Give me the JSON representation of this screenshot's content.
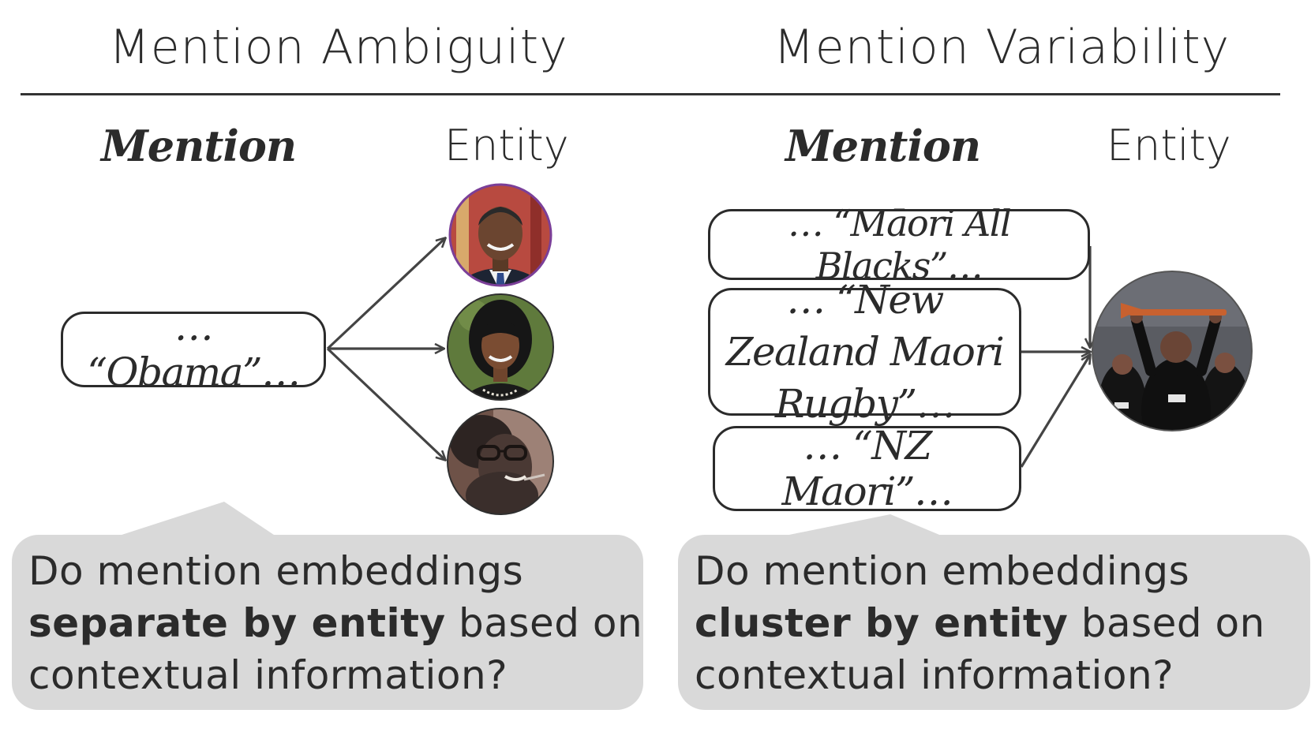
{
  "left_panel": {
    "title": "Mention Ambiguity",
    "mention_label": "Mention",
    "entity_label": "Entity",
    "mention": "… “Obama”…",
    "question": {
      "line1": "Do mention embeddings",
      "line2_bold": "separate by entity",
      "line2_rest": " based on",
      "line3": "contextual information?"
    }
  },
  "right_panel": {
    "title": "Mention Variability",
    "mention_label": "Mention",
    "entity_label": "Entity",
    "mentions": [
      "… “Māori All Blacks”…",
      "… “New Zealand Maori Rugby”…",
      "… “NZ Maori”…"
    ],
    "question": {
      "line1": "Do mention embeddings",
      "line2_bold": "cluster by entity",
      "line2_rest": " based on",
      "line3": "contextual information?"
    }
  },
  "colors": {
    "text": "#2b2b2b",
    "bubble": "#d9d9d9",
    "photo_ring_top": "#7b3f98"
  },
  "icons": [
    "person-photo-icon",
    "person-photo-icon",
    "person-photo-icon",
    "rugby-team-photo-icon",
    "arrow-icon"
  ]
}
